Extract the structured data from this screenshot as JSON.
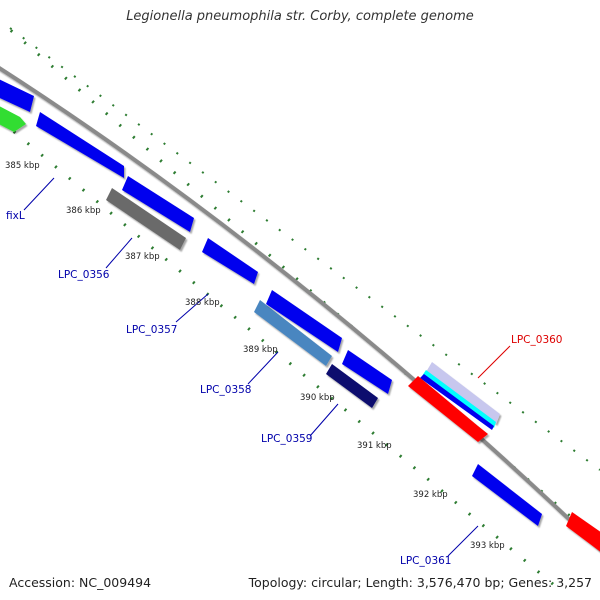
{
  "title": "Legionella pneumophila str. Corby, complete genome",
  "footer": {
    "accession": "Accession: NC_009494",
    "topology": "Topology: circular; Length: 3,576,470 bp; Genes: 3,257"
  },
  "colors": {
    "backbone": "#8a8a8a",
    "dotted_track": "#2e7d32",
    "gene_blue": "#0000ee",
    "gene_red": "#ff0000",
    "gene_gray": "#6b6b6b",
    "gene_steelblue": "#4a86c0",
    "gene_navy": "#0a0a6e",
    "gene_green": "#33dd33",
    "gene_cyan": "#00ffff",
    "label_blue": "#0000aa",
    "label_red": "#dd0000"
  },
  "ticks": [
    "385 kbp",
    "386 kbp",
    "387 kbp",
    "388 kbp",
    "389 kbp",
    "390 kbp",
    "391 kbp",
    "392 kbp",
    "393 kbp"
  ],
  "labels": [
    {
      "text": "fixL",
      "color": "#0000aa"
    },
    {
      "text": "LPC_0356",
      "color": "#0000aa"
    },
    {
      "text": "LPC_0357",
      "color": "#0000aa"
    },
    {
      "text": "LPC_0358",
      "color": "#0000aa"
    },
    {
      "text": "LPC_0359",
      "color": "#0000aa"
    },
    {
      "text": "LPC_0360",
      "color": "#dd0000"
    },
    {
      "text": "LPC_0361",
      "color": "#0000aa"
    }
  ]
}
